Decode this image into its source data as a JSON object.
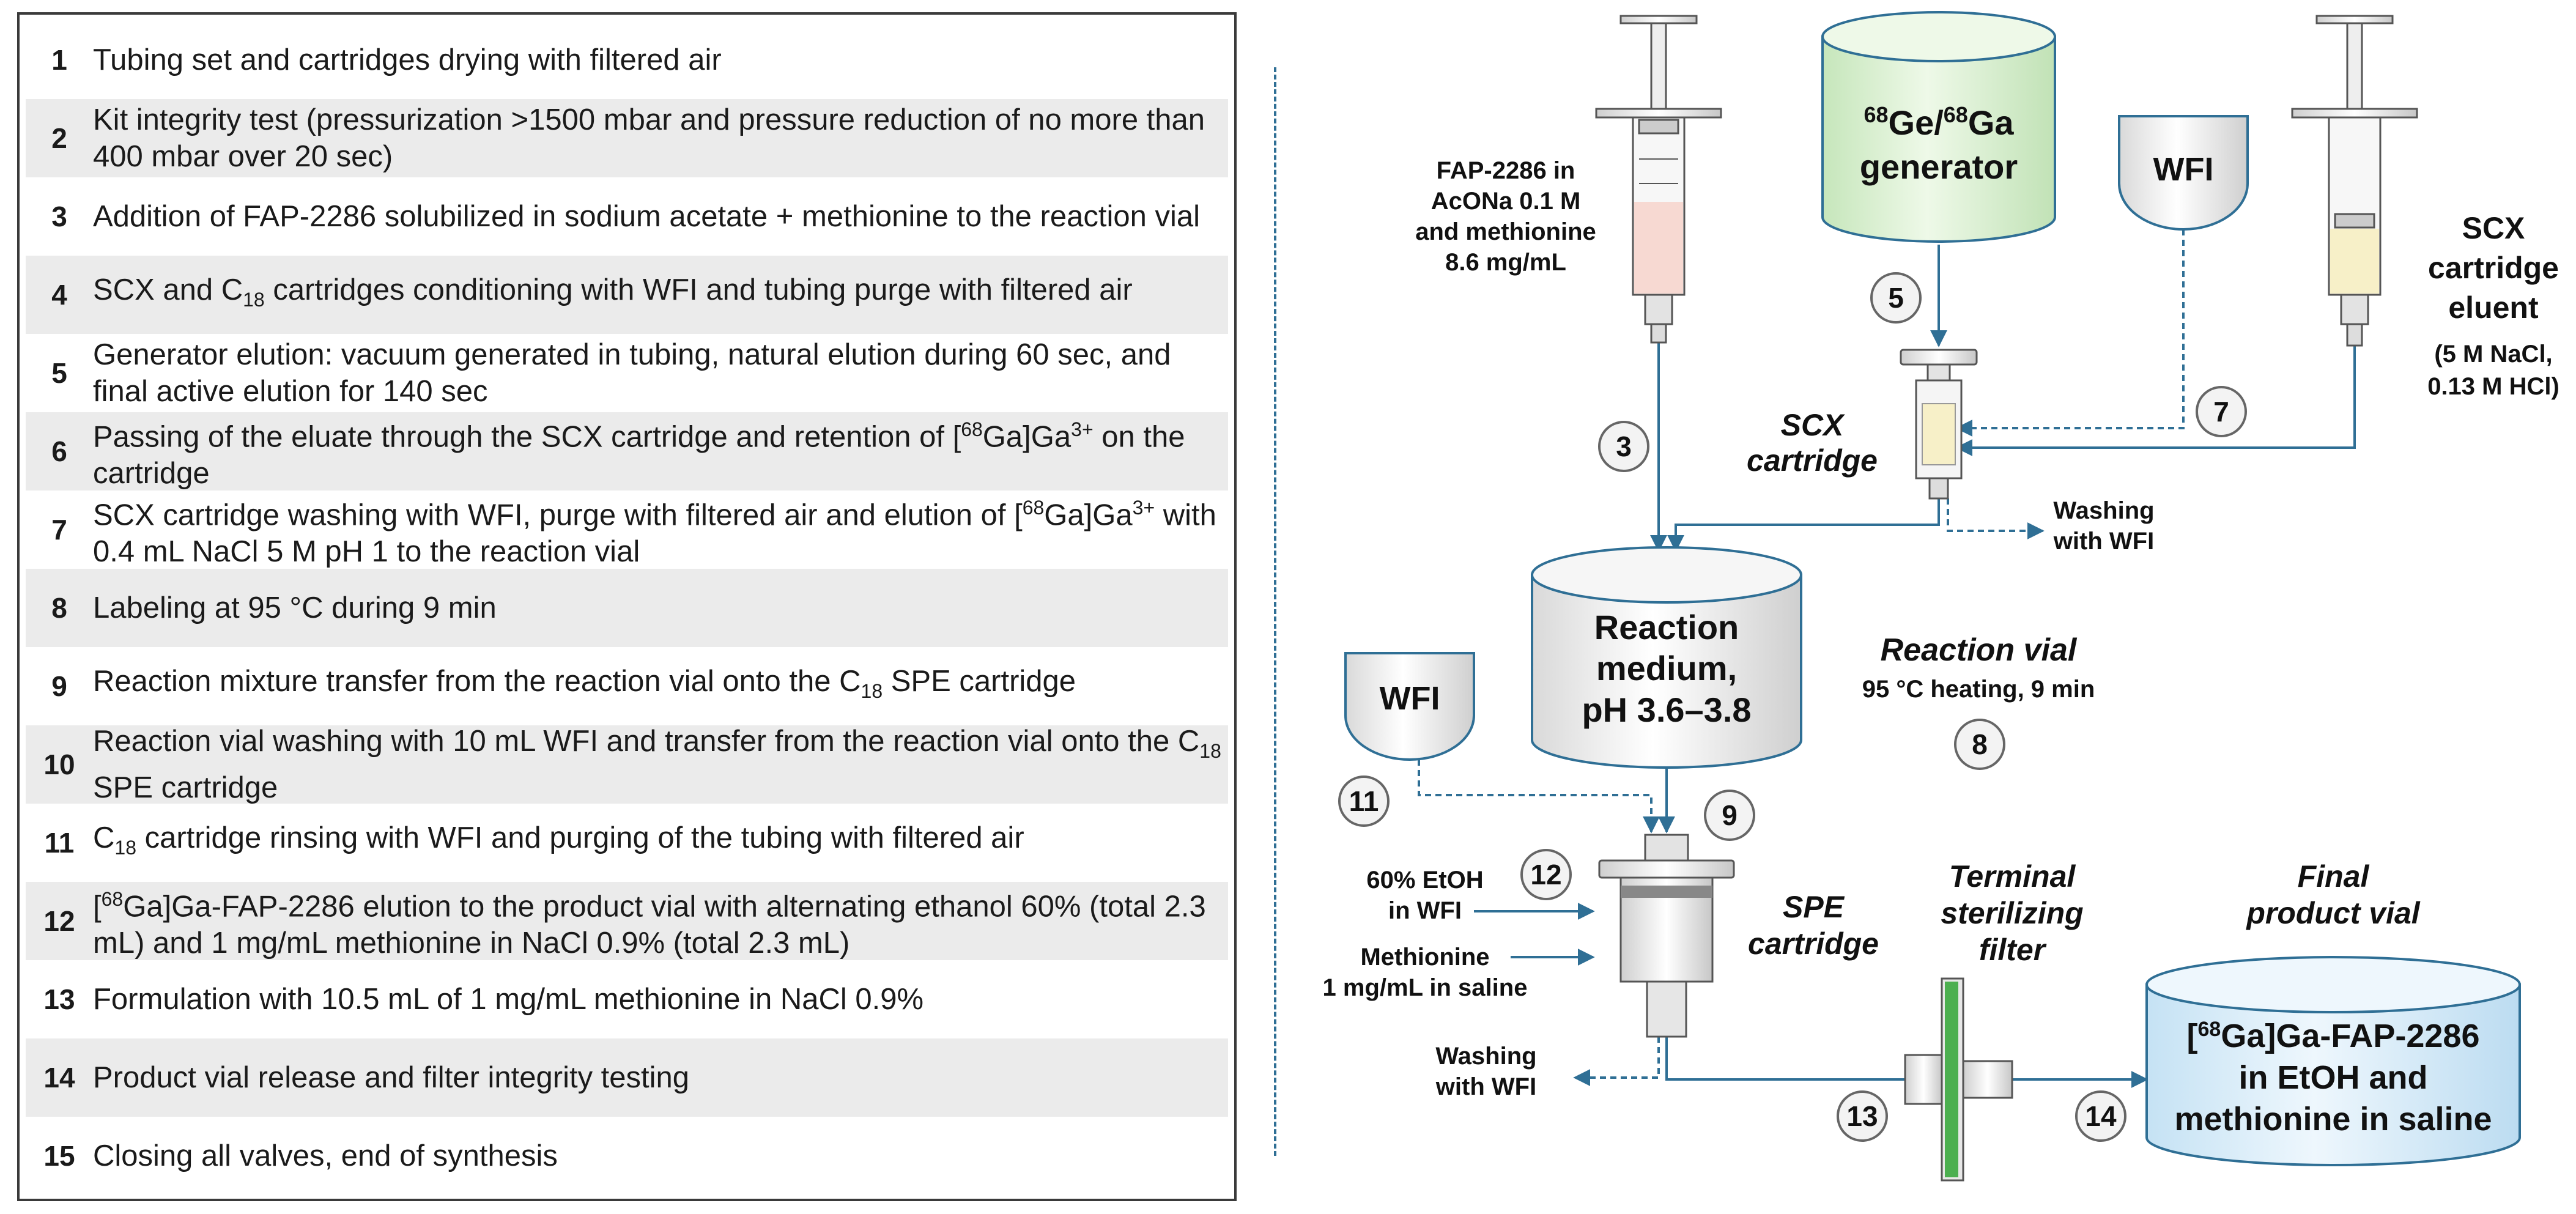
{
  "steps": [
    {
      "num": "1",
      "text": "Tubing set and cartridges drying with filtered air"
    },
    {
      "num": "2",
      "text": "Kit integrity test (pressurization >1500 mbar and pressure reduction of no more than 400 mbar over 20 sec)"
    },
    {
      "num": "3",
      "text": "Addition of FAP-2286 solubilized in sodium acetate + methionine to the reaction vial"
    },
    {
      "num": "4",
      "text": "SCX and C<sub>18</sub> cartridges conditioning with WFI and tubing purge with filtered air"
    },
    {
      "num": "5",
      "text": "Generator elution: vacuum generated in tubing, natural elution during 60 sec, and final active elution for 140 sec"
    },
    {
      "num": "6",
      "text": "Passing of the eluate through the SCX cartridge and retention of [<sup>68</sup>Ga]Ga<sup>3+</sup> on the cartridge"
    },
    {
      "num": "7",
      "text": "SCX cartridge washing with WFI, purge with filtered air and elution of [<sup>68</sup>Ga]Ga<sup>3+</sup> with 0.4 mL NaCl 5 M pH 1 to the reaction vial"
    },
    {
      "num": "8",
      "text": "Labeling at 95 °C during 9 min"
    },
    {
      "num": "9",
      "text": "Reaction mixture transfer from the reaction vial onto the C<sub>18</sub> SPE cartridge"
    },
    {
      "num": "10",
      "text": "Reaction vial washing with 10 mL WFI and transfer from the reaction vial onto the C<sub>18</sub> SPE cartridge"
    },
    {
      "num": "11",
      "text": "C<sub>18</sub> cartridge rinsing with WFI and purging of the tubing with filtered air"
    },
    {
      "num": "12",
      "text": "[<sup>68</sup>Ga]Ga-FAP-2286 elution to the product vial with alternating ethanol 60% (total 2.3 mL) and 1 mg/mL methionine in NaCl 0.9% (total 2.3 mL)"
    },
    {
      "num": "13",
      "text": "Formulation with 10.5 mL of 1 mg/mL methionine in NaCl 0.9%"
    },
    {
      "num": "14",
      "text": "Product vial release and filter integrity testing"
    },
    {
      "num": "15",
      "text": "Closing all valves, end of synthesis"
    }
  ],
  "diagram": {
    "fap_label": [
      "FAP-2286 in",
      "AcONa 0.1 M",
      "and methionine",
      "8.6 mg/mL"
    ],
    "generator_label": {
      "line1_sup1": "68",
      "line1_mid": "Ge/",
      "line1_sup2": "68",
      "line1_end": "Ga",
      "line2": "generator"
    },
    "wfi_top": "WFI",
    "scx_eluent_label": [
      "SCX",
      "cartridge",
      "eluent"
    ],
    "scx_eluent_detail": [
      "(5 M NaCl,",
      "0.13 M HCl)"
    ],
    "scx_cartridge_label": [
      "SCX",
      "cartridge"
    ],
    "washing_top": [
      "Washing",
      "with WFI"
    ],
    "reaction_medium": [
      "Reaction",
      "medium,",
      "pH 3.6–3.8"
    ],
    "reaction_vial_title": "Reaction vial",
    "reaction_vial_detail": "95 °C heating, 9 min",
    "wfi_left": "WFI",
    "etoh_label": [
      "60% EtOH",
      "in WFI"
    ],
    "methionine_label": [
      "Methionine",
      "1 mg/mL in saline"
    ],
    "spe_label": [
      "SPE",
      "cartridge"
    ],
    "washing_bottom": [
      "Washing",
      "with WFI"
    ],
    "terminal_filter_label": [
      "Terminal",
      "sterilizing",
      "filter"
    ],
    "final_vial_label": [
      "Final",
      "product vial"
    ],
    "product_text": {
      "pre": "[",
      "sup": "68",
      "post": "Ga]Ga-FAP-2286",
      "line2": "in EtOH and",
      "line3": "methionine in saline"
    },
    "markers": [
      "3",
      "5",
      "7",
      "8",
      "9",
      "11",
      "12",
      "13",
      "14"
    ]
  },
  "colors": {
    "line": "#2f6f95",
    "generator_fill": "#d7efcf",
    "product_fill": "#d9edf8",
    "filter_green": "#4caf50",
    "fap_liquid": "#f7d9d2",
    "scx_liquid": "#f7f0c8",
    "shade": "#ebebeb"
  }
}
